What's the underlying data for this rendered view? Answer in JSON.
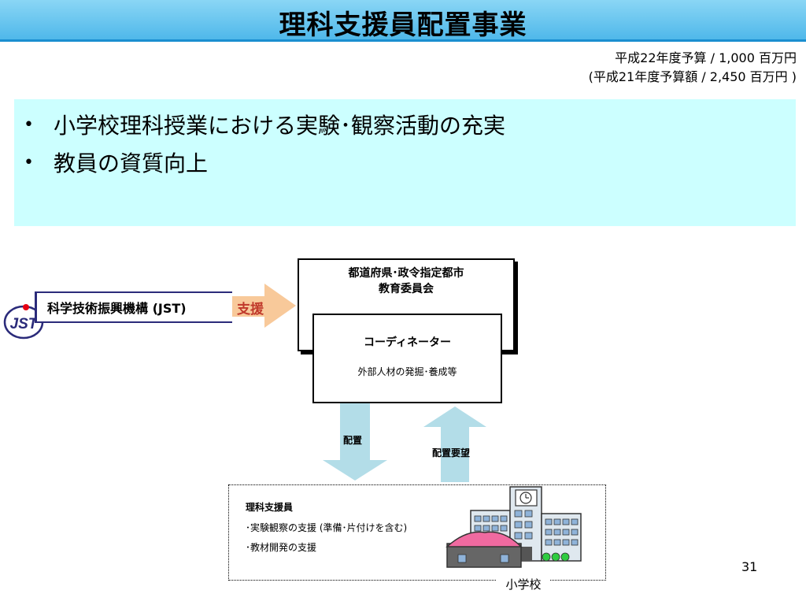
{
  "slide": {
    "title": "理科支援員配置事業",
    "budget_line1": "平成22年度予算 / 1,000 百万円",
    "budget_line2": "(平成21年度予算額 / 2,450 百万円 )",
    "goals": [
      {
        "bullet": "•",
        "text": "小学校理科授業における実験･観察活動の充実"
      },
      {
        "bullet": "•",
        "text": "教員の資質向上"
      }
    ],
    "page_number": "31"
  },
  "diagram": {
    "jst_logo_text": "JST",
    "jst_label": "科学技術振興機構 (JST)",
    "support_label": "支援",
    "board_line1": "都道府県･政令指定都市",
    "board_line2": "教育委員会",
    "coordinator_title": "コーディネーター",
    "coordinator_sub": "外部人材の発掘･養成等",
    "deploy_label": "配置",
    "request_label": "配置要望",
    "staff_title": "理科支援員",
    "staff_items": [
      "･実験観察の支援 (準備･片付けを含む)",
      "･教材開発の支援"
    ],
    "school_label": "小学校",
    "colors": {
      "title_bar": "#4fb8ea",
      "goals_bg": "#ccffff",
      "support_arrow": "#f8c99a",
      "flow_arrows": "#b3dde8",
      "jst_navy": "#2b2b7a",
      "jst_red": "#e60012"
    }
  }
}
